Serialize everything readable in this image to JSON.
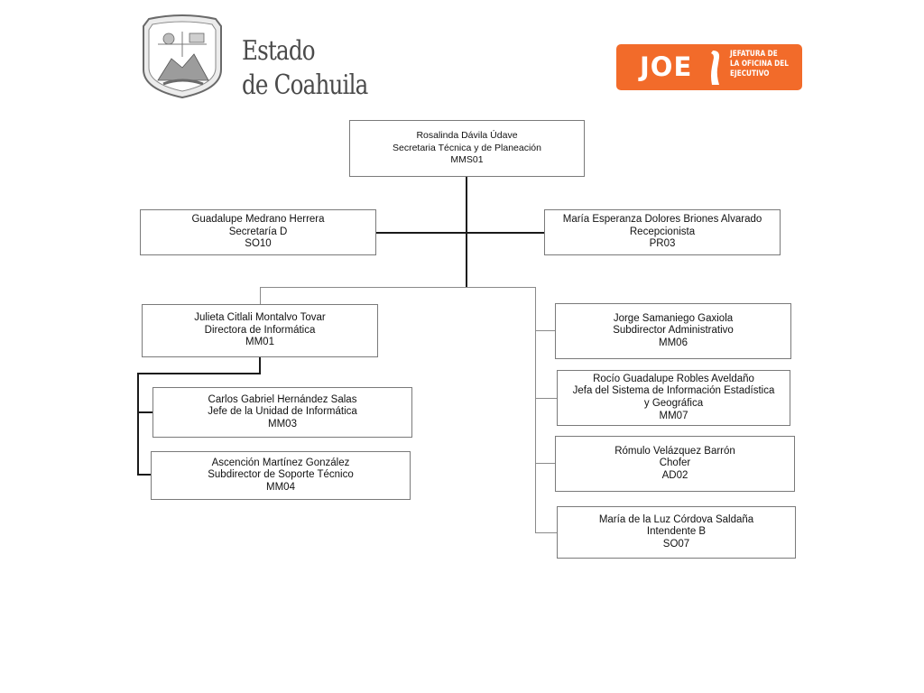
{
  "header": {
    "state_line1": "Estado",
    "state_line2": "de Coahuila",
    "badge_text": "JOE",
    "badge_sub_line1": "JEFATURA DE",
    "badge_sub_line2": "LA OFICINA DEL",
    "badge_sub_line3": "EJECUTIVO",
    "badge_color": "#f26b2a"
  },
  "chart": {
    "root": [
      "Rosalinda Dávila Údave",
      "Secretaria Técnica y de Planeación",
      "MMS01"
    ],
    "staff_left": [
      "Guadalupe Medrano Herrera",
      "Secretaría D",
      "SO10"
    ],
    "staff_right": [
      "María Esperanza Dolores Briones Alvarado",
      "Recepcionista",
      "PR03"
    ],
    "director_it": [
      "Julieta Citlali Montalvo Tovar",
      "Directora de  Informática",
      "MM01"
    ],
    "it_unit_head": [
      "Carlos Gabriel Hernández Salas",
      "Jefe de la Unidad de Informática",
      "MM03"
    ],
    "it_support": [
      "Ascención Martínez González",
      "Subdirector de Soporte Técnico",
      "MM04"
    ],
    "admin_sub": [
      "Jorge Samaniego Gaxiola",
      "Subdirector Administrativo",
      "MM06"
    ],
    "stats_head": [
      "Rocío Guadalupe Robles Aveldaño",
      "Jefa del Sistema de Información Estadística",
      "y Geográfica",
      "MM07"
    ],
    "driver": [
      "Rómulo Velázquez  Barrón",
      "Chofer",
      "AD02"
    ],
    "janitor": [
      "María de la Luz  Córdova Saldaña",
      "Intendente B",
      "SO07"
    ]
  }
}
